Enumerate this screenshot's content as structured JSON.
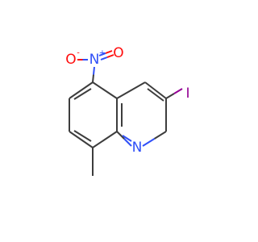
{
  "molecule": {
    "atoms": {
      "iodine": "I",
      "nitrogen_ring": "N",
      "nitrogen_nitro": "N",
      "oxygen_left": "O",
      "oxygen_right": "O"
    },
    "charges": {
      "nitro_n": "+",
      "nitro_o": "-"
    },
    "colors": {
      "carbon_bond": "#3d3d3d",
      "nitrogen": "#3050f8",
      "oxygen": "#ff0d0d",
      "iodine": "#940094",
      "background": "#ffffff"
    }
  }
}
